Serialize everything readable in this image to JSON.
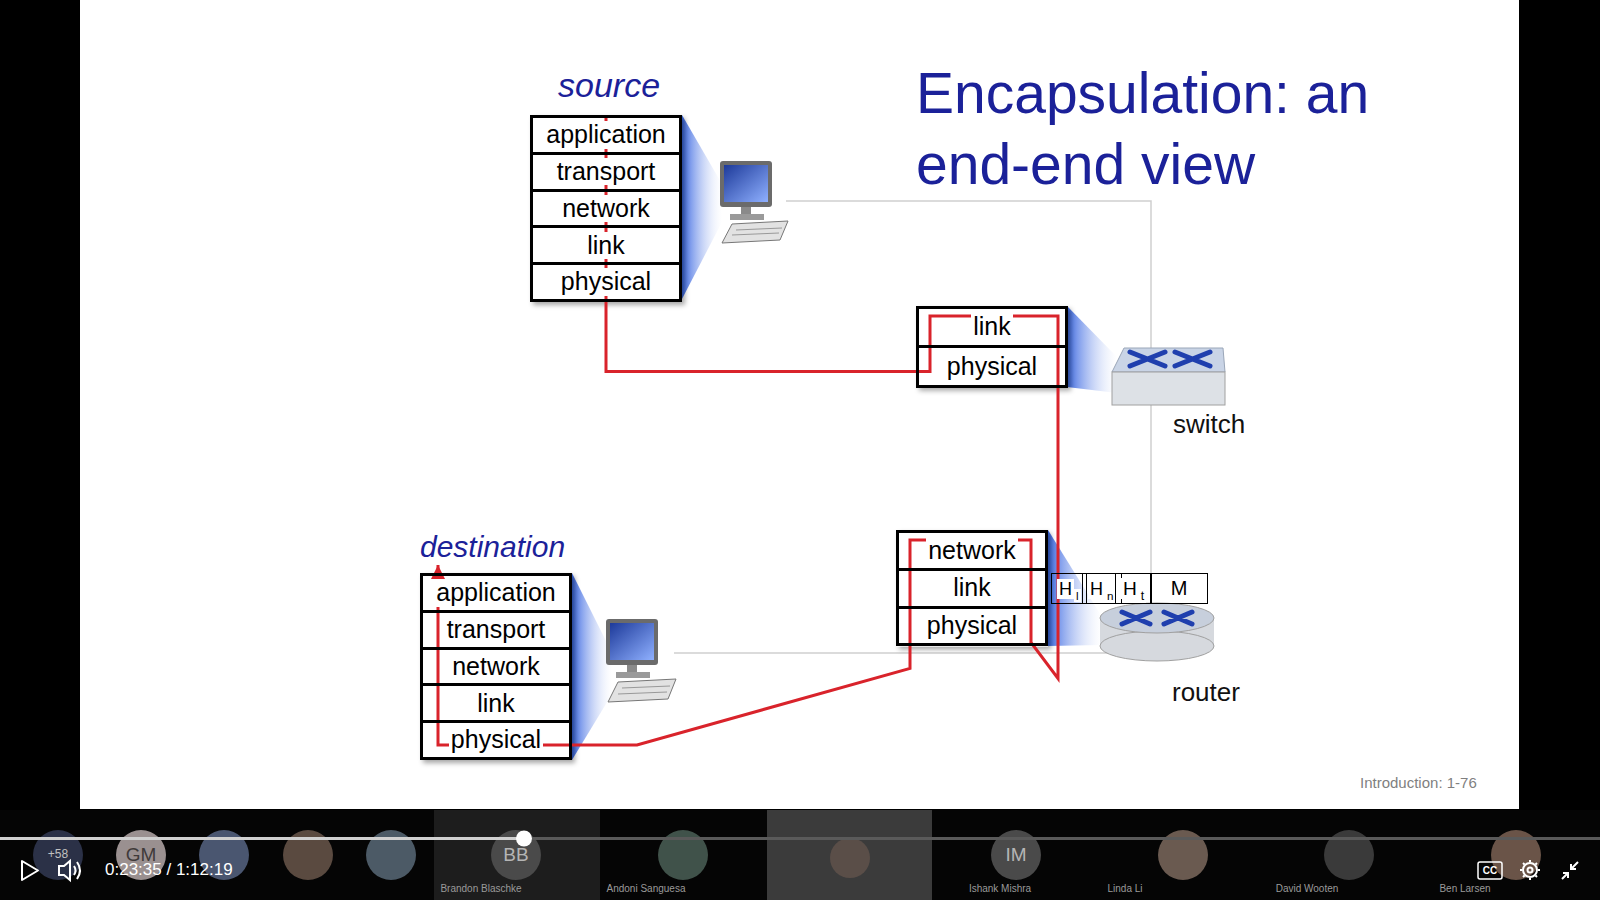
{
  "diagram": {
    "title": "Encapsulation: an end-end view",
    "nodes": [
      {
        "text": [
          "application"
        ]
      },
      {
        "text": [
          "transport"
        ]
      },
      {
        "text": [
          "network"
        ]
      },
      {
        "text": [
          "link"
        ]
      },
      {
        "text": [
          "physical"
        ]
      },
      {
        "text": [
          "link"
        ]
      },
      {
        "text": [
          "physical"
        ]
      },
      {
        "text": [
          "network"
        ]
      },
      {
        "text": [
          "link"
        ]
      },
      {
        "text": [
          "physical"
        ]
      },
      {
        "text": [
          "H",
          "l"
        ]
      },
      {
        "text": [
          "H",
          "n"
        ]
      },
      {
        "text": [
          "H",
          "t"
        ]
      },
      {
        "text": [
          "M"
        ]
      },
      {
        "text": [
          "application"
        ]
      },
      {
        "text": [
          "transport"
        ]
      },
      {
        "text": [
          "network"
        ]
      },
      {
        "text": [
          "link"
        ]
      },
      {
        "text": [
          "physical"
        ]
      }
    ],
    "edges": [
      {
        "from": 0,
        "to": 14,
        "arrow": "to"
      }
    ],
    "labels": [
      "source",
      "switch",
      "destination",
      "router",
      "Introduction: 1-76",
      "+58",
      "GM",
      "BB",
      "IM",
      "0:23:35 / 1:12:19",
      "CC",
      "Brandon Blaschke",
      "Andoni Sanguesa",
      "Ishank Mishra",
      "Linda Li",
      "David Wooten",
      "Ben Larsen"
    ]
  }
}
